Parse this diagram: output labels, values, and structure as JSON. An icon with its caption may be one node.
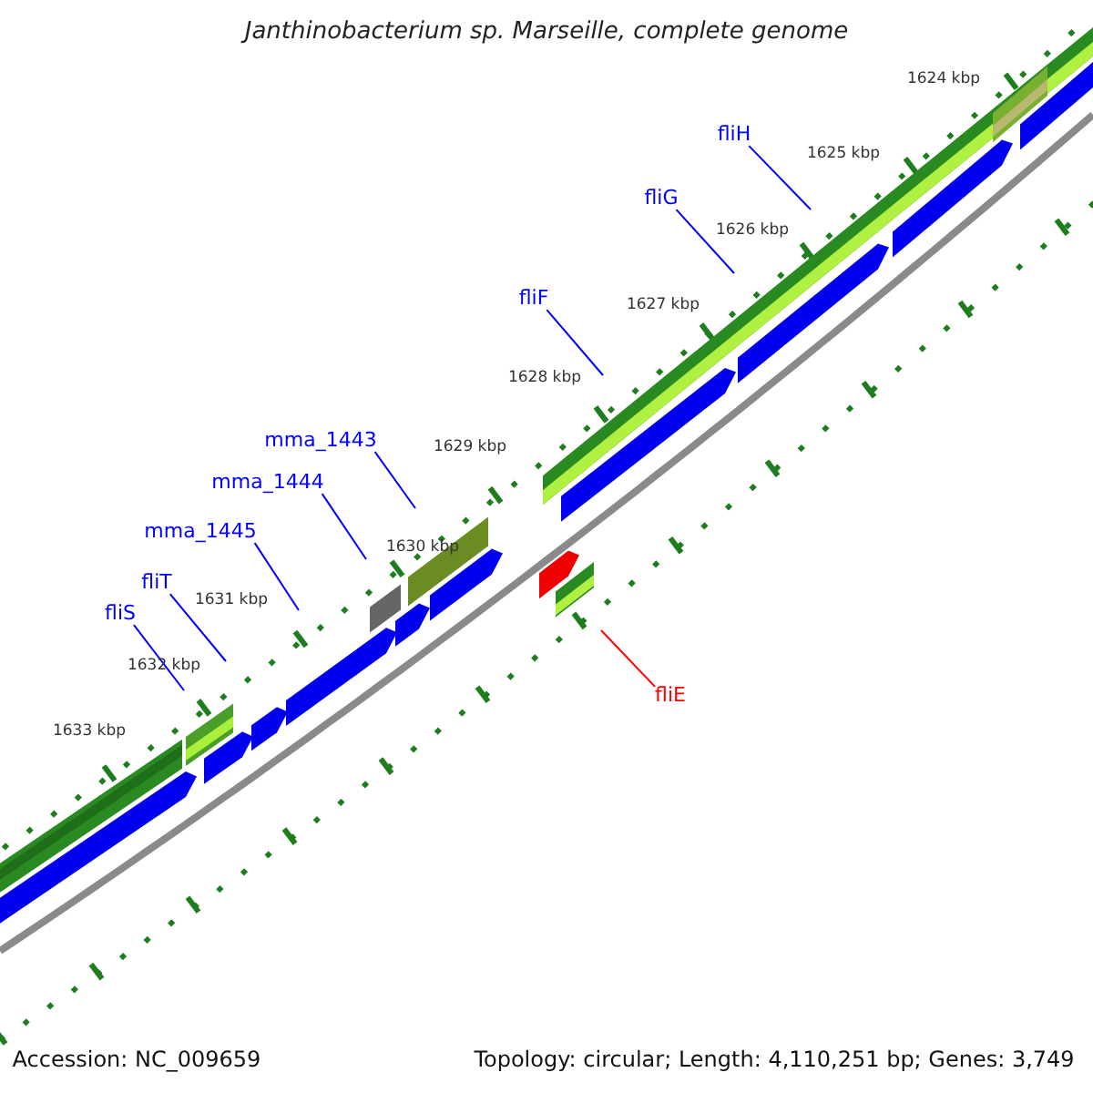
{
  "diagram": {
    "title": "Janthinobacterium sp. Marseille, complete genome",
    "nodes": [
      {
        "text": [
          "fliH"
        ]
      },
      {
        "text": [
          "fliG"
        ]
      },
      {
        "text": [
          "fliF"
        ]
      },
      {
        "text": [
          "mma_1443"
        ]
      },
      {
        "text": [
          "mma_1444"
        ]
      },
      {
        "text": [
          "mma_1445"
        ]
      },
      {
        "text": [
          "fliT"
        ]
      },
      {
        "text": [
          "fliS"
        ]
      },
      {
        "text": [
          "fliE"
        ]
      }
    ],
    "edges": [
      {
        "from": 0,
        "to": null,
        "arrow": "none"
      },
      {
        "from": 1,
        "to": null,
        "arrow": "none"
      },
      {
        "from": 2,
        "to": null,
        "arrow": "none"
      },
      {
        "from": 3,
        "to": null,
        "arrow": "none"
      },
      {
        "from": 4,
        "to": null,
        "arrow": "none"
      },
      {
        "from": 5,
        "to": null,
        "arrow": "none"
      },
      {
        "from": 6,
        "to": null,
        "arrow": "none"
      },
      {
        "from": 7,
        "to": null,
        "arrow": "none"
      },
      {
        "from": 8,
        "to": null,
        "arrow": "none",
        "color": "#ff0000"
      }
    ],
    "labels": [
      "1624 kbp",
      "1625 kbp",
      "1626 kbp",
      "1627 kbp",
      "1628 kbp",
      "1629 kbp",
      "1630 kbp",
      "1631 kbp",
      "1632 kbp",
      "1633 kbp",
      "Accession: NC_009659",
      "Topology: circular; Length: 4,110,251 bp; Genes: 3,749"
    ]
  }
}
